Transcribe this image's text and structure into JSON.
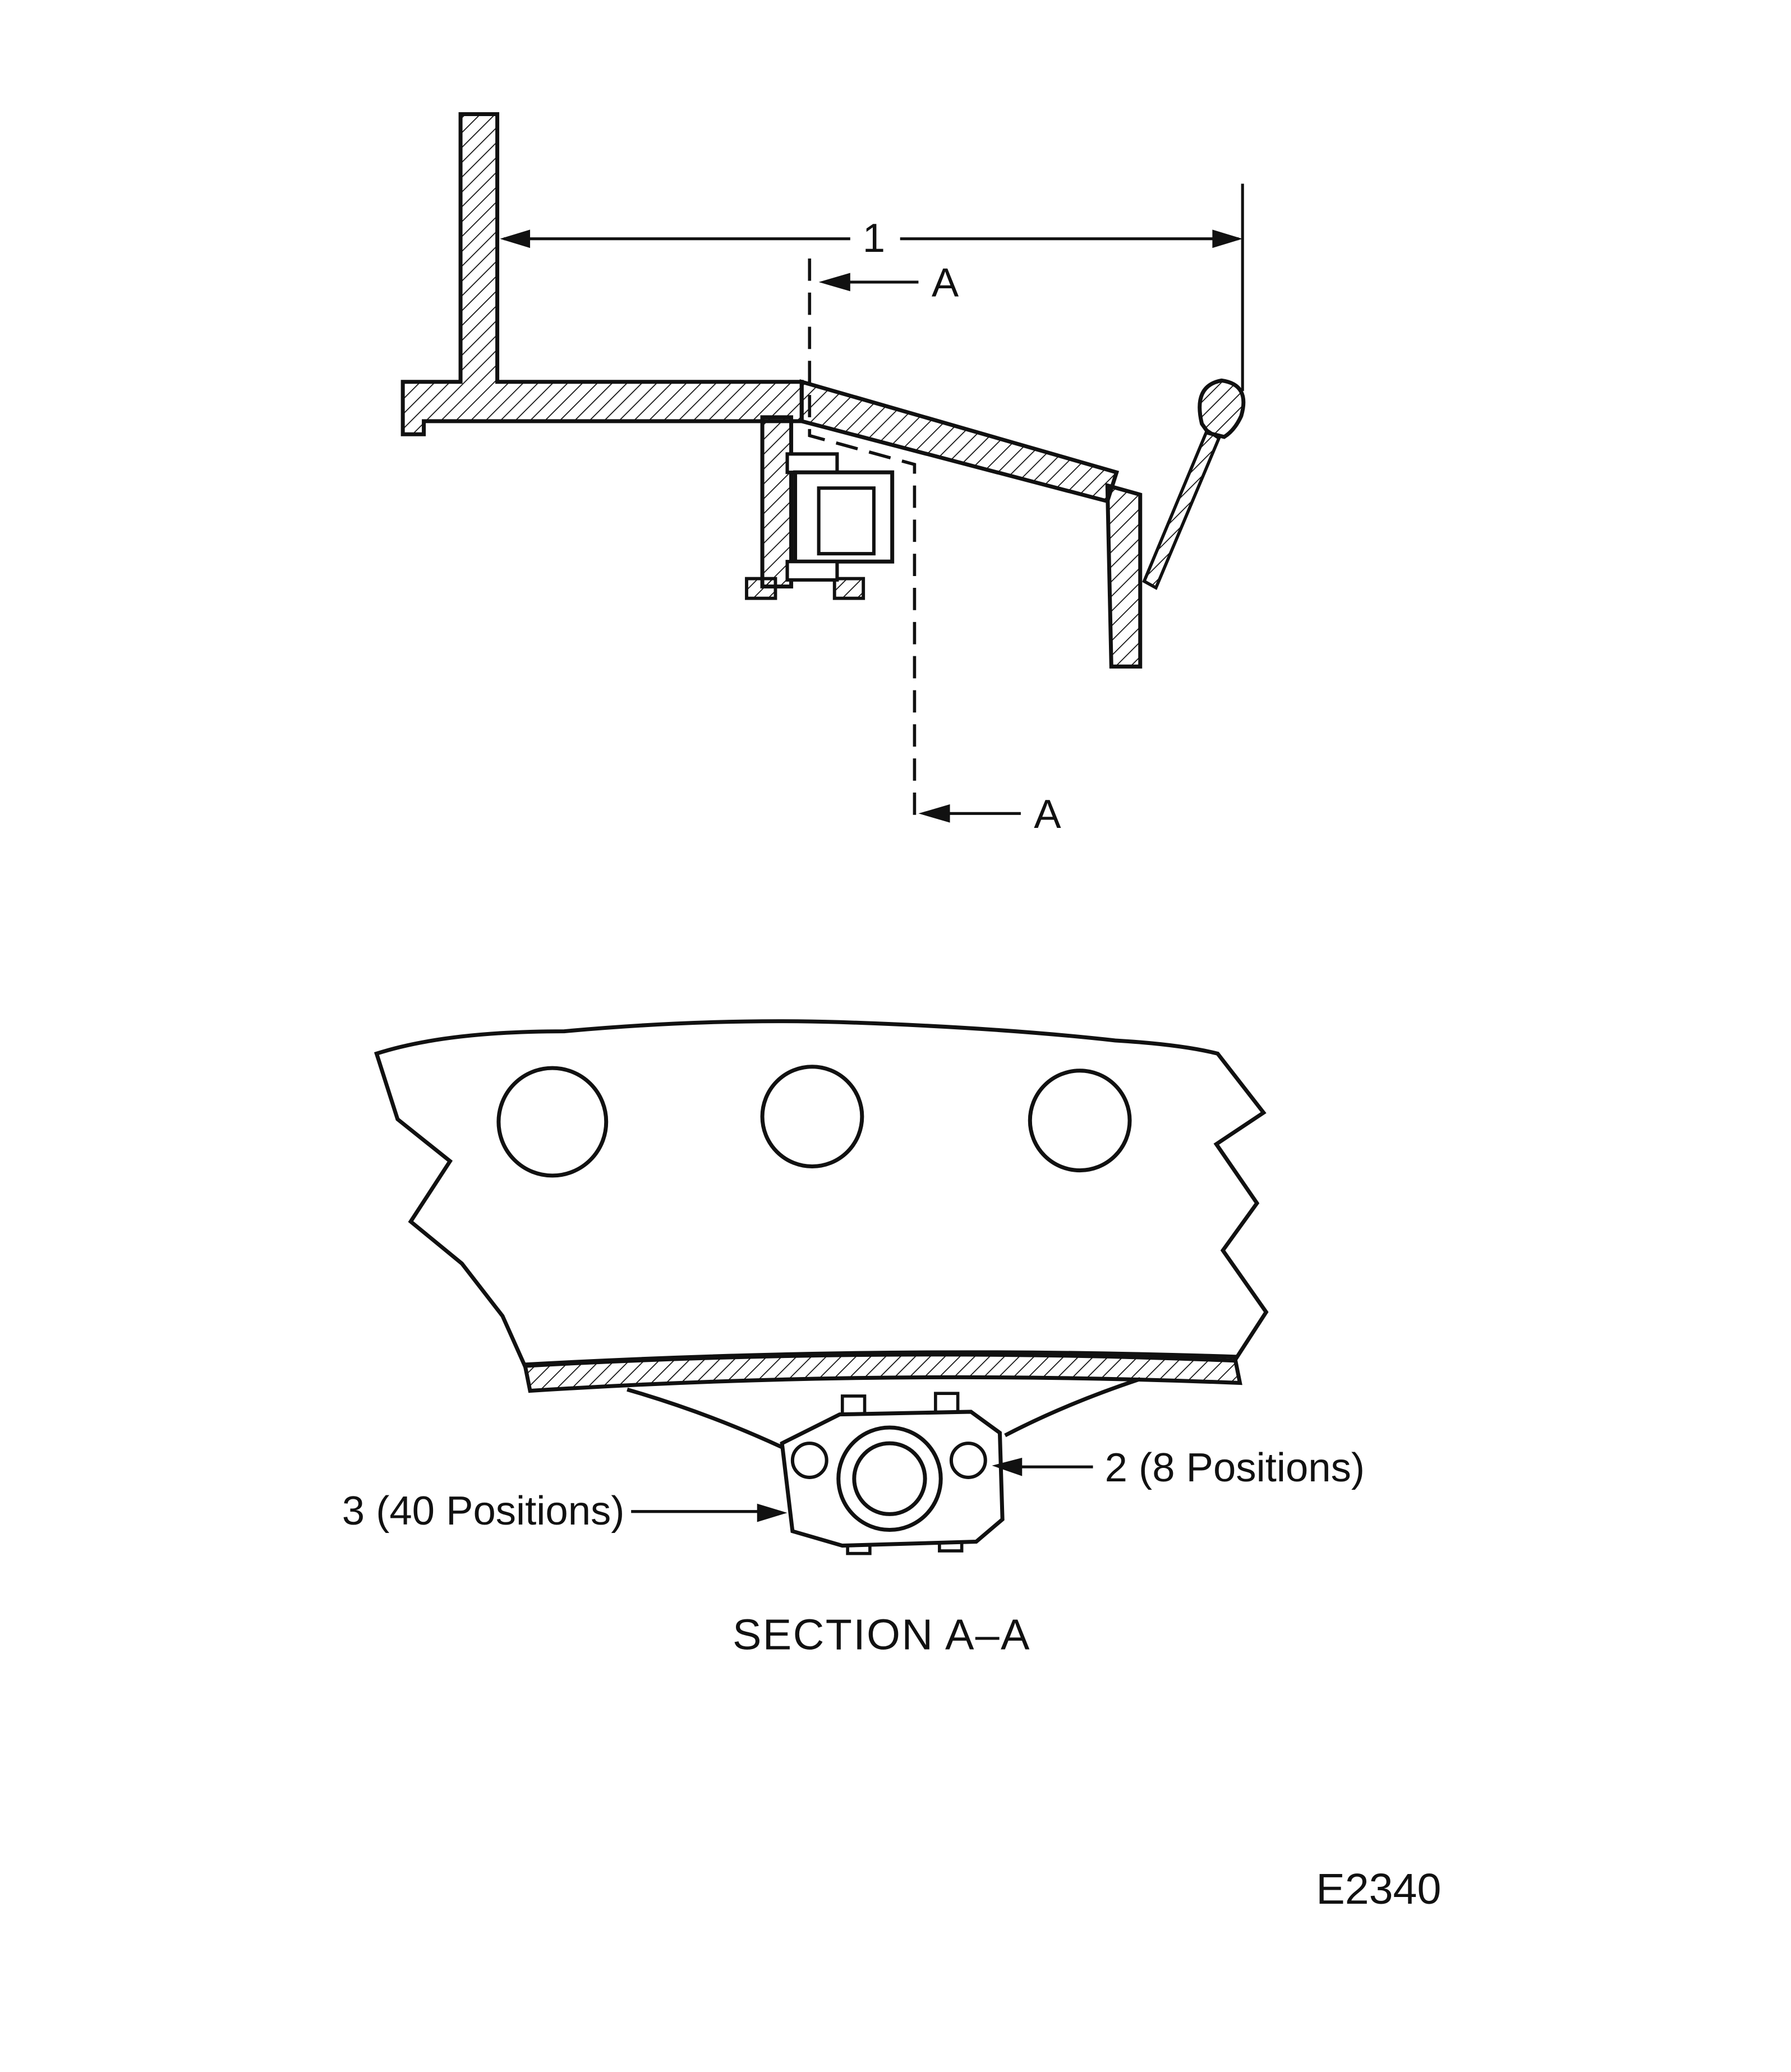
{
  "page": {
    "background": "#ffffff",
    "ink": "#111111",
    "description_labels_only": true
  },
  "top_view": {
    "dimension_label": "1",
    "section_cut_label_top": "A",
    "section_cut_label_bottom": "A"
  },
  "section_view": {
    "callout_left": "3 (40 Positions)",
    "callout_right": "2 (8 Positions)",
    "title": "SECTION A–A"
  },
  "figure_code": "E2340"
}
